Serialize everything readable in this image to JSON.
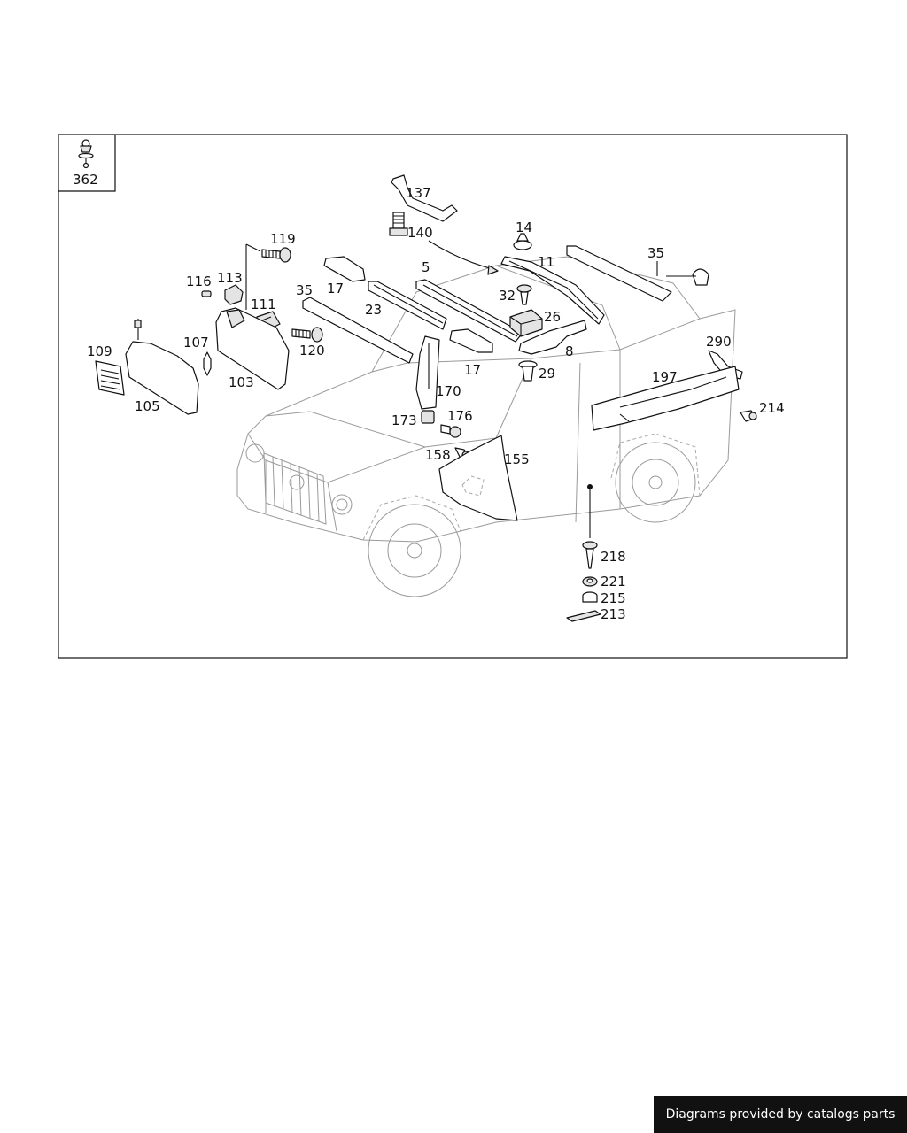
{
  "legend": {
    "part_number": "362"
  },
  "callouts": {
    "c137": "137",
    "c140": "140",
    "c14": "14",
    "c11": "11",
    "c35a": "35",
    "c5": "5",
    "c32": "32",
    "c26": "26",
    "c119": "119",
    "c17a": "17",
    "c35b": "35",
    "c23": "23",
    "c116": "116",
    "c113": "113",
    "c111": "111",
    "c120": "120",
    "c107": "107",
    "c109": "109",
    "c103": "103",
    "c105": "105",
    "c17b": "17",
    "c8": "8",
    "c29": "29",
    "c290": "290",
    "c197": "197",
    "c170": "170",
    "c173": "173",
    "c176": "176",
    "c214": "214",
    "c158": "158",
    "c155": "155",
    "c218": "218",
    "c221": "221",
    "c215": "215",
    "c213": "213"
  },
  "footer": {
    "text": "Diagrams provided by catalogs parts"
  }
}
